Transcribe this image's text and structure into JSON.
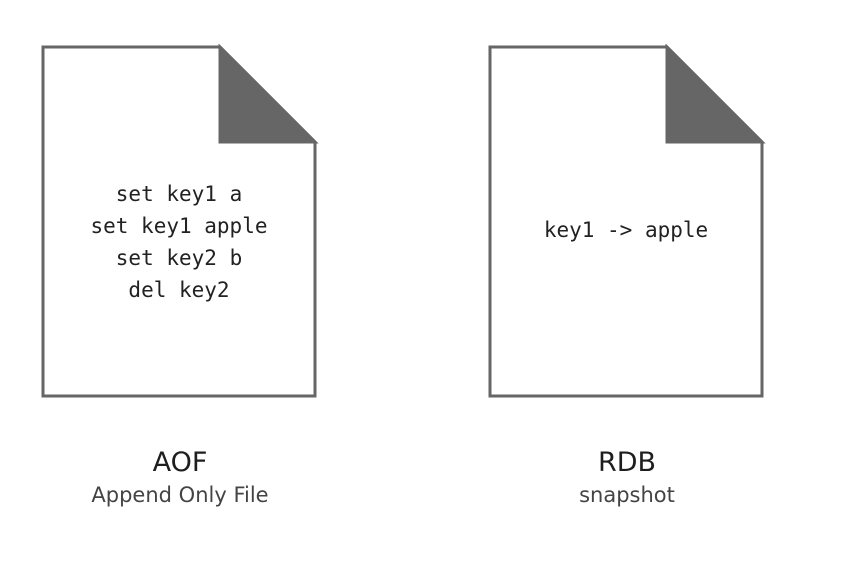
{
  "documents": [
    {
      "icon": "file-icon",
      "lines": [
        "set key1 a",
        "set key1 apple",
        "set key2 b",
        "del key2"
      ],
      "title": "AOF",
      "subtitle": "Append Only File"
    },
    {
      "icon": "file-icon",
      "lines": [
        "key1 -> apple"
      ],
      "title": "RDB",
      "subtitle": "snapshot"
    }
  ],
  "colors": {
    "outline": "#666666",
    "corner_fold": "#666666",
    "text": "#222222"
  }
}
